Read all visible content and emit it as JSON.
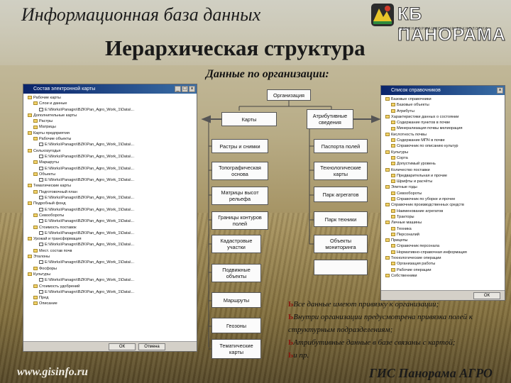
{
  "header": {
    "title": "Информационная база данных",
    "subtitle": "Иерархическая структура",
    "section_caption": "Данные по организации:"
  },
  "logo": {
    "text": "КБ ПАНОРАМА",
    "tagline": "ГЕОИНФОРМАЦИОННЫЕ ТЕХНОЛОГИИ",
    "icon": "panorama-logo-icon"
  },
  "left_window": {
    "title": "Состав электронной карты",
    "tree": [
      "Рабочие карты",
      "Слои и данные",
      "E:\\Works\\Panagro\\BZK\\Pan_Agro_Work_1\\Data\\...",
      "Дополнительные карты",
      "Растры",
      "Матрицы",
      "Карты предприятия",
      "Рабочие объекты",
      "E:\\Works\\Panagro\\BZK\\Pan_Agro_Work_1\\Data\\...",
      "Сельхозугодья",
      "E:\\Works\\Panagro\\BZK\\Pan_Agro_Work_1\\Data\\...",
      "Маршруты",
      "E:\\Works\\Panagro\\BZK\\Pan_Agro_Work_1\\Data\\...",
      "Объекты",
      "E:\\Works\\Panagro\\BZK\\Pan_Agro_Work_1\\Data\\...",
      "Тематические карты",
      "Подготовочный план",
      "E:\\Works\\Panagro\\BZK\\Pan_Agro_Work_1\\Data\\...",
      "Подробный фонд",
      "E:\\Works\\Panagro\\BZK\\Pan_Agro_Work_1\\Data\\...",
      "Севообороты",
      "E:\\Works\\Panagro\\BZK\\Pan_Agro_Work_1\\Data\\...",
      "Стоимость поставок",
      "E:\\Works\\Panagro\\BZK\\Pan_Agro_Work_1\\Data\\...",
      "Урожай и трансформация",
      "E:\\Works\\Panagro\\BZK\\Pan_Agro_Work_1\\Data\\...",
      "Мест. состав почв",
      "Эталоны",
      "E:\\Works\\Panagro\\BZK\\Pan_Agro_Work_1\\Data\\...",
      "Фосфоры",
      "Культуры",
      "E:\\Works\\Panagro\\BZK\\Pan_Agro_Work_1\\Data\\...",
      "Стоимость удобрений",
      "E:\\Works\\Panagro\\BZK\\Pan_Agro_Work_1\\Data\\...",
      "Пред",
      "Описание"
    ],
    "ok_label": "ОК",
    "cancel_label": "Отмена"
  },
  "right_window": {
    "title": "Список справочников",
    "tree": [
      "Базовые справочники",
      "Базовые объекты",
      "Атрибуты",
      "Характеристики данных о состоянии",
      "Содержание пунктов в почве",
      "Минерализация почвы мелиорация",
      "Кислотность почвы",
      "Содержание МПЧ в почве",
      "Справочник по описанию культур",
      "Культуры",
      "Сорта",
      "Допустимый уровень",
      "Количество поставки",
      "Предварительная и прочие",
      "Шрифты и расчёты",
      "Элитные годы",
      "Севообороты",
      "Справочник по уборке и прочее",
      "Справочник производственных средств",
      "Наименование агрегатов",
      "Тракторы",
      "Личные машины",
      "Техника",
      "Персоналий",
      "Прицепы",
      "Справочник персонала",
      "Нормативно-справочная информация",
      "Технологические операции",
      "Организация работы",
      "Рабочие операции",
      "Собственники"
    ],
    "ok_label": "ОК"
  },
  "diagram": {
    "root": "Организация",
    "left_column": [
      "Карты",
      "Растры и снимки",
      "Топографическая основа",
      "Матрицы высот рельефа",
      "Границы контуров полей",
      "Кадастровые участки",
      "Подвижные объекты",
      "Маршруты",
      "Геозоны",
      "Тематические карты"
    ],
    "right_column": [
      "Атрибутивные сведения",
      "Паспорта полей",
      "Технологические карты",
      "Парк агрегатов",
      "Парк техники",
      "Объекты мониторинга"
    ]
  },
  "notes": {
    "bullet": "Ь",
    "items": [
      "Все данные имеют привязку к организации;",
      "Внутри организации предусмотрена привязка полей к структурным подразделениям;",
      "Атрибутивные данные в базе связаны с картой;",
      "и пр."
    ]
  },
  "footer": {
    "website": "www.gisinfo.ru",
    "brand": "ГИС Панорама АГРО"
  }
}
